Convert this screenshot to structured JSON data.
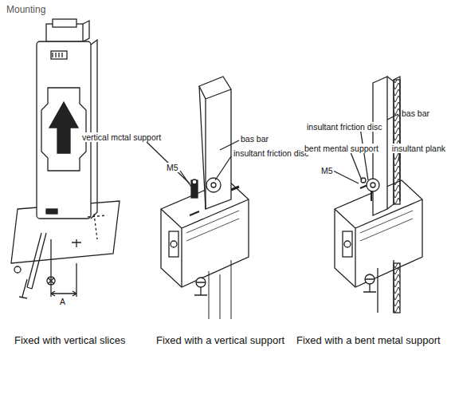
{
  "diagram": {
    "title": "Mounting",
    "labels": [
      "vertical mctal support",
      "bas bar",
      "insultant friction disc",
      "M5",
      "insultant friction disc",
      "bas bar",
      "bent mental support",
      "insultant plank",
      "M5",
      "A",
      "Fixed with vertical slices",
      "Fixed with a vertical support",
      "Fixed with a bent metal support"
    ]
  }
}
